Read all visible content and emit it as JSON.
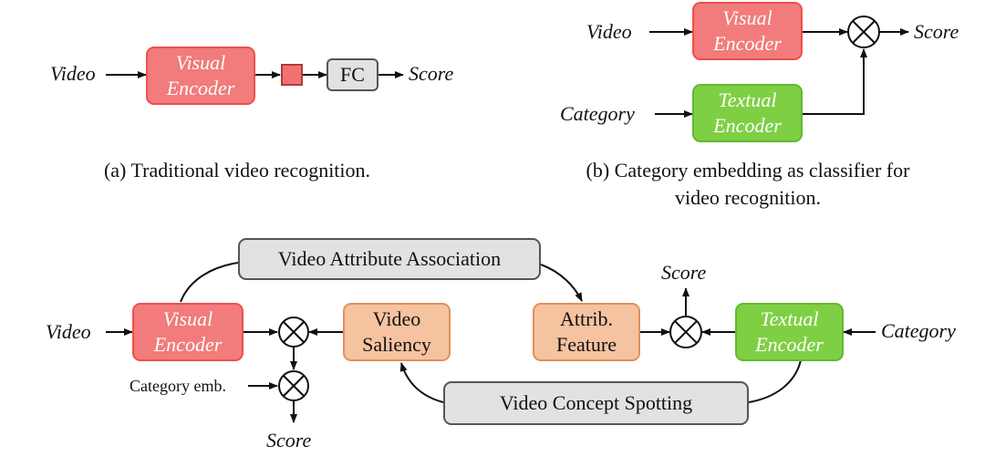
{
  "panel_a": {
    "video": "Video",
    "encoder": [
      "Visual",
      "Encoder"
    ],
    "fc": "FC",
    "score": "Score",
    "caption": "(a) Traditional video recognition."
  },
  "panel_b": {
    "video": "Video",
    "visual_encoder": [
      "Visual",
      "Encoder"
    ],
    "score": "Score",
    "category": "Category",
    "textual_encoder": [
      "Textual",
      "Encoder"
    ],
    "caption": [
      "(b) Category embedding as classifier for",
      "video recognition."
    ]
  },
  "panel_c": {
    "video": "Video",
    "visual_encoder": [
      "Visual",
      "Encoder"
    ],
    "video_attribute_association": "Video Attribute Association",
    "video_saliency": [
      "Video",
      "Saliency"
    ],
    "attrib_feature": [
      "Attrib.",
      "Feature"
    ],
    "score_top": "Score",
    "textual_encoder": [
      "Textual",
      "Encoder"
    ],
    "category": "Category",
    "category_emb": "Category emb.",
    "video_concept_spotting": "Video Concept Spotting",
    "score_bottom": "Score"
  },
  "colors": {
    "visual_encoder_fill": "#f27b7b",
    "textual_encoder_fill": "#7fcf45",
    "gray_box_fill": "#e2e2e2",
    "orange_box_fill": "#f6c3a0"
  },
  "icons": [
    "multiply-circle-icon",
    "arrow-icon"
  ]
}
